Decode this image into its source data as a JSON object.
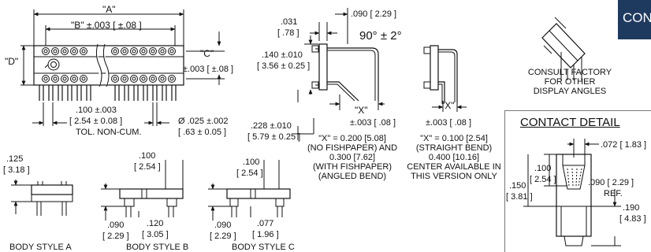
{
  "tab": {
    "text": "CON"
  },
  "top_view": {
    "dim_a": "\"A\"",
    "dim_b": "\"B\" ±.003 [ ±.08 ]",
    "dim_c_name": "\"C\"",
    "dim_c_tol": "±.003 [ ±.08 ]",
    "dim_d": "\"D\"",
    "pitch_in": ".100 ±.003",
    "pitch_mm": "[ 2.54 ± 0.08 ]",
    "tol_note": "TOL. NON-CUM.",
    "pin_dia": "Ø .025 ±.002",
    "pin_dia_mm": "[ .63 ± 0.05 ]"
  },
  "angled_view": {
    "dim_031": ".031",
    "dim_031_mm": "[ .78 ]",
    "dim_090": ".090 [ 2.29 ]",
    "angle": "90° ± 2°",
    "dim_140": ".140 ±.010",
    "dim_140_mm": "[ 3.56 ± 0.25 ]",
    "dim_x": "\"X\"",
    "dim_x_tol": "±.003 [ .08 ]",
    "dim_228": ".228 ±.010",
    "dim_228_mm": "[ 5.79 ± 0.25 ]",
    "note": [
      "\"X\" = 0.200 [5.08]",
      "(NO FISHPAPER) AND",
      "0.300 [7.62]",
      "(WITH FISHPAPER)",
      "(ANGLED BEND)"
    ]
  },
  "straight_view": {
    "dim_x": "\"X\"",
    "dim_x_tol": "±.003 [ .08 ]",
    "note": [
      "\"X\" = 0.100 [2.54]",
      "(STRAIGHT BEND)",
      "0.400 [10.16]",
      "CENTER AVAILABLE IN",
      "THIS VERSION ONLY"
    ]
  },
  "factory_note": [
    "CONSULT FACTORY",
    "FOR OTHER",
    "DISPLAY ANGLES"
  ],
  "contact_detail": {
    "title": "CONTACT DETAIL",
    "dim_072": ".072 [ 1.83 ]",
    "dim_100": ".100",
    "dim_100_mm": "[ 2.54 ]",
    "dim_150": ".150",
    "dim_150_mm": "[ 3.81 ]",
    "dim_090": ".090 [ 2.29 ]",
    "ref": "REF.",
    "dim_190": ".190",
    "dim_190_mm": "[ 4.83 ]"
  },
  "body_a": {
    "dim": ".125",
    "dim_mm": "[ 3.18 ]",
    "label": "BODY STYLE A"
  },
  "body_b": {
    "dim_top": ".100",
    "dim_top_mm": "[ 2.54 ]",
    "dim_left": ".090",
    "dim_left_mm": "[ 2.29 ]",
    "dim_bot": ".120",
    "dim_bot_mm": "[ 3.05 ]",
    "label": "BODY STYLE B"
  },
  "body_c": {
    "dim_top": ".100",
    "dim_top_mm": "[ 2.54 ]",
    "dim_left": ".090",
    "dim_left_mm": "[ 2.29 ]",
    "dim_bot": ".077",
    "dim_bot_mm": "[ 1.96 ]",
    "label": "BODY STYLE C"
  }
}
